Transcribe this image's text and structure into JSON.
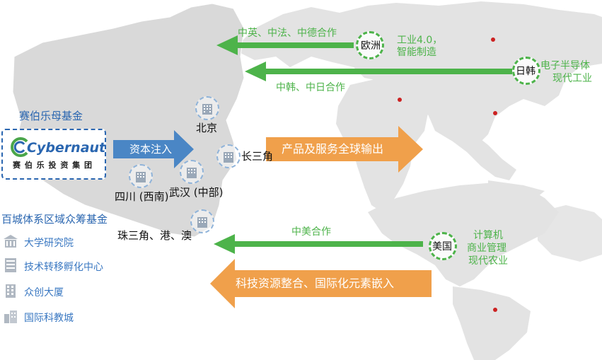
{
  "colors": {
    "green": "#4db34a",
    "orange": "#f0a04b",
    "blue": "#4a86c5",
    "map": "#e3e3e3",
    "china": "#d8d8d8",
    "red": "#cc2222"
  },
  "fund": {
    "title": "赛伯乐母基金",
    "logo_brand": "Cybernaut",
    "logo_cn": "赛 伯 乐 投 资 集 团"
  },
  "capital_arrow": "资本注入",
  "cities": {
    "beijing": "北京",
    "yangtze": "长三角",
    "sichuan": "四川 (西南)",
    "wuhan": "武汉 (中部)",
    "prd": "珠三角、港、澳"
  },
  "fund2": {
    "title": "百城体系区域众筹基金",
    "items": [
      "大学研究院",
      "技术转移孵化中心",
      "众创大厦",
      "国际科教城"
    ]
  },
  "regions": {
    "europe": {
      "name": "欧洲",
      "line1": "工业4.0，",
      "line2": "智能制造",
      "arrow": "中英、中法、中德合作"
    },
    "japan": {
      "name": "日韩",
      "line1": "电子半导体",
      "line2": "现代工业",
      "arrow": "中韩、中日合作"
    },
    "usa": {
      "name": "美国",
      "line1": "计算机",
      "line2": "商业管理",
      "line3": "现代农业",
      "arrow": "中美合作"
    }
  },
  "orange_out": "产品及服务全球输出",
  "orange_in": "科技资源整合、国际化元素嵌入"
}
